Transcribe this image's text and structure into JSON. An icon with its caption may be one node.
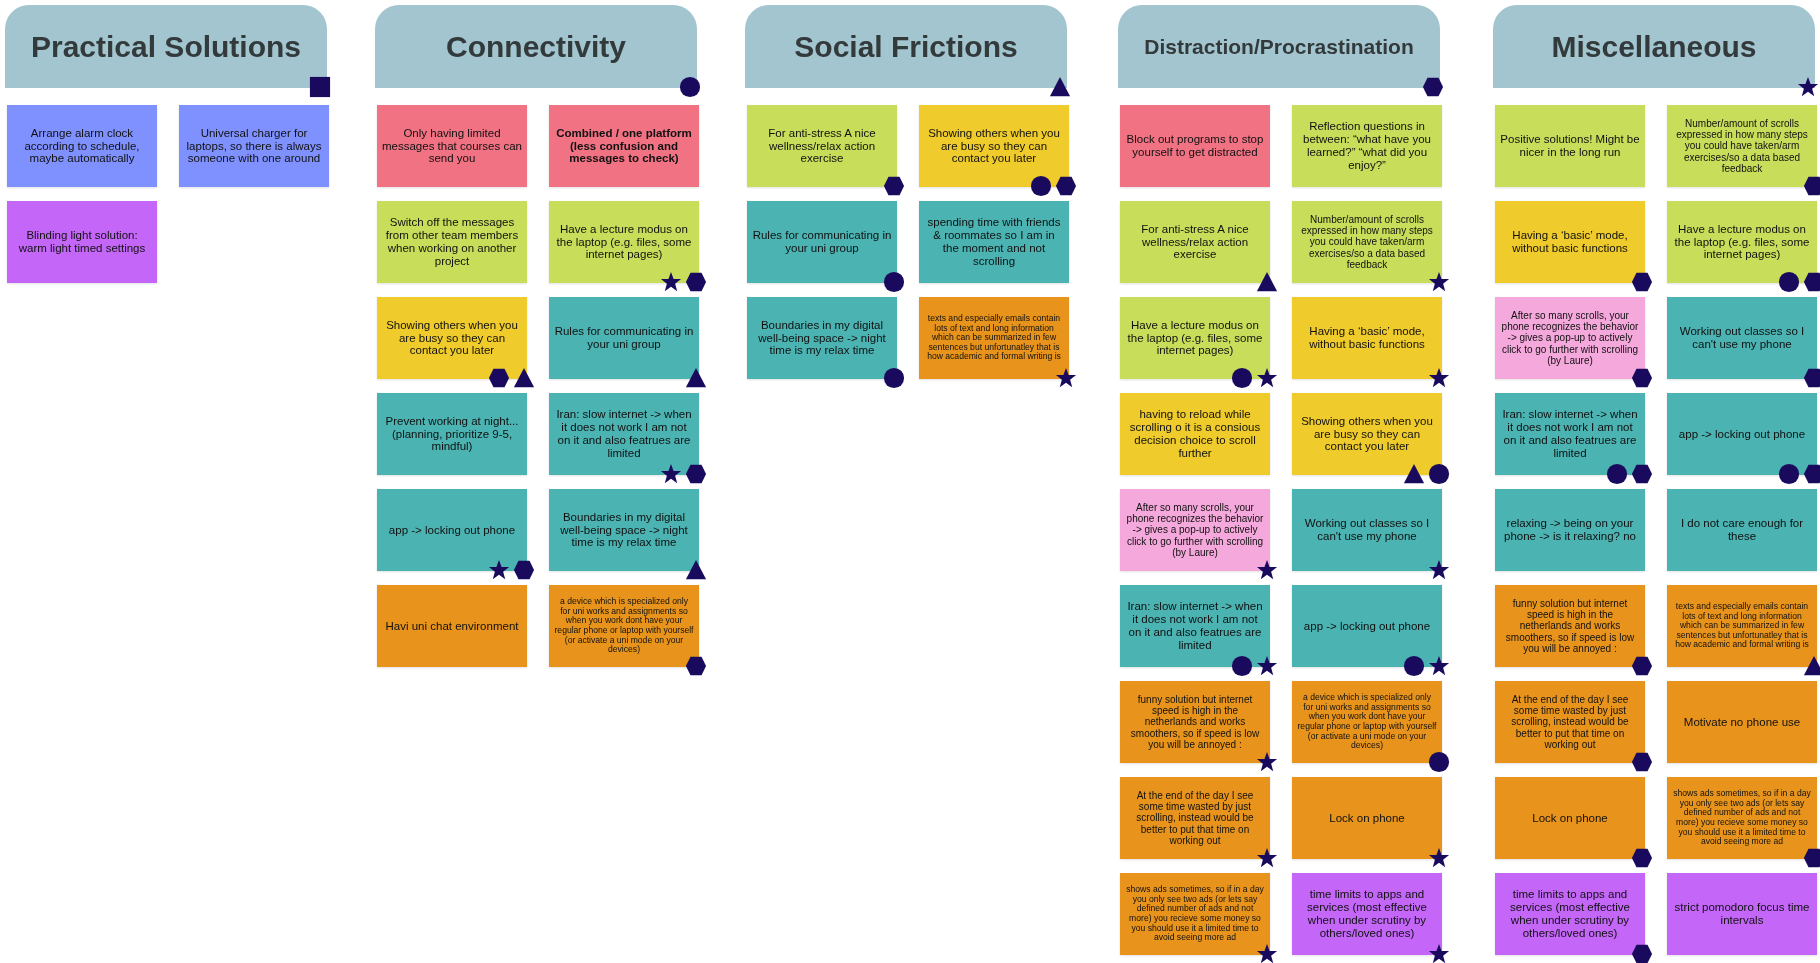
{
  "diagram": {
    "nodes": [
      {
        "text": [
          "Practical Solutions"
        ]
      },
      {
        "text": [
          "Arrange alarm clock according to schedule, maybe automatically"
        ]
      },
      {
        "text": [
          "Universal charger for laptops, so there is always someone with one around"
        ]
      },
      {
        "text": [
          "Blinding light solution: warm light timed settings"
        ]
      },
      {
        "text": [
          "Connectivity"
        ]
      },
      {
        "text": [
          "Only having limited messages that courses can send you"
        ]
      },
      {
        "text": [
          "Combined / one platform (less confusion and messages to check)"
        ]
      },
      {
        "text": [
          "Switch off the messages from other team members when working on another project"
        ]
      },
      {
        "text": [
          "Have a lecture modus on the laptop (e.g. files, some internet pages)"
        ]
      },
      {
        "text": [
          "Showing others when you are busy so they can contact you later"
        ]
      },
      {
        "text": [
          "Rules for communicating in your uni group"
        ]
      },
      {
        "text": [
          "Prevent working at night... (planning, prioritize 9-5, mindful)"
        ]
      },
      {
        "text": [
          "Iran: slow internet -> when it does not work I am not on it and also featrues are limited"
        ]
      },
      {
        "text": [
          "app -> locking out phone"
        ]
      },
      {
        "text": [
          "Boundaries in my digital well-being space -> night time is my relax time"
        ]
      },
      {
        "text": [
          "Havi uni chat environment"
        ]
      },
      {
        "text": [
          "a device which is specialized only for uni works and assignments so when you work dont have your regular phone or laptop with yourself (or activate a uni mode on your devices)"
        ]
      },
      {
        "text": [
          "Social Frictions"
        ]
      },
      {
        "text": [
          "For anti-stress A nice wellness/relax action exercise"
        ]
      },
      {
        "text": [
          "Showing others when you are busy so they can contact you later"
        ]
      },
      {
        "text": [
          "Rules for communicating in your uni group"
        ]
      },
      {
        "text": [
          "spending time with friends & roommates so I am in the moment and not scrolling"
        ]
      },
      {
        "text": [
          "Boundaries in my digital well-being space -> night time is my relax time"
        ]
      },
      {
        "text": [
          "texts and especially emails contain lots of text and long information which can be summarized in few sentences but unfortunatley that is how academic and formal writing is"
        ]
      },
      {
        "text": [
          "Distraction/Procrastination"
        ]
      },
      {
        "text": [
          "Block out programs to stop yourself to get distracted"
        ]
      },
      {
        "text": [
          "Reflection questions in between: “what have you learned?” “what did you enjoy?”"
        ]
      },
      {
        "text": [
          "For anti-stress A nice wellness/relax action exercise"
        ]
      },
      {
        "text": [
          "Number/amount of scrolls expressed in how many steps you could have taken/arm exercises/so a data based feedback"
        ]
      },
      {
        "text": [
          "Have a lecture modus on the laptop (e.g. files, some internet pages)"
        ]
      },
      {
        "text": [
          "Having a ‘basic’ mode, without basic functions"
        ]
      },
      {
        "text": [
          "having to reload while scrolling o it is a consious decision choice to scroll further"
        ]
      },
      {
        "text": [
          "Showing others when you are busy so they can contact you later"
        ]
      },
      {
        "text": [
          "After so many scrolls, your phone recognizes the behavior -> gives a pop-up to actively click to go further with scrolling (by Laure)"
        ]
      },
      {
        "text": [
          "Working out classes so I can't use my phone"
        ]
      },
      {
        "text": [
          "Iran: slow internet -> when it does not work I am not on it and also featrues are limited"
        ]
      },
      {
        "text": [
          "app -> locking out phone"
        ]
      },
      {
        "text": [
          "funny solution but internet speed is high in the netherlands and works smoothers, so if speed is low you will be annoyed :"
        ]
      },
      {
        "text": [
          "a device which is specialized only for uni works and assignments so when you work dont have your regular phone or laptop with yourself (or activate a uni mode on your devices)"
        ]
      },
      {
        "text": [
          "At the end of the day I see some time wasted by just scrolling, instead would be better to put that time on working out"
        ]
      },
      {
        "text": [
          "Lock on phone"
        ]
      },
      {
        "text": [
          "shows ads sometimes, so if in a day you only see two ads (or lets say defined number of ads and not more) you recieve some money so you should use it a limited time to avoid seeing more ad"
        ]
      },
      {
        "text": [
          "time limits to apps and services (most effective when under scrutiny by others/loved ones)"
        ]
      },
      {
        "text": [
          "Miscellaneous"
        ]
      },
      {
        "text": [
          "Positive solutions! Might be nicer in the long run"
        ]
      },
      {
        "text": [
          "Number/amount of scrolls expressed in how many steps you could have taken/arm exercises/so a data based feedback"
        ]
      },
      {
        "text": [
          "Having a ‘basic’ mode, without basic functions"
        ]
      },
      {
        "text": [
          "Have a lecture modus on the laptop (e.g. files, some internet pages)"
        ]
      },
      {
        "text": [
          "After so many scrolls, your phone recognizes the behavior -> gives a pop-up to actively click to go further with scrolling (by Laure)"
        ]
      },
      {
        "text": [
          "Working out classes so I can't use my phone"
        ]
      },
      {
        "text": [
          "Iran: slow internet -> when it does not work I am not on it and also featrues are limited"
        ]
      },
      {
        "text": [
          "app -> locking out phone"
        ]
      },
      {
        "text": [
          "relaxing -> being on your phone -> is it relaxing? no"
        ]
      },
      {
        "text": [
          "I do not care enough for these"
        ]
      },
      {
        "text": [
          "funny solution but internet speed is high in the netherlands and works smoothers, so if speed is low you will be annoyed :"
        ]
      },
      {
        "text": [
          "texts and especially emails contain lots of text and long information which can be summarized in few sentences but unfortunatley that is how academic and formal writing is"
        ]
      },
      {
        "text": [
          "At the end of the day I see some time wasted by just scrolling, instead would be better to put that time on working out"
        ]
      },
      {
        "text": [
          "Motivate no phone use"
        ]
      },
      {
        "text": [
          "Lock on phone"
        ]
      },
      {
        "text": [
          "shows ads sometimes, so if in a day you only see two ads (or lets say defined number of ads and not more) you recieve some money so you should use it a limited time to avoid seeing more ad"
        ]
      },
      {
        "text": [
          "time limits to apps and services (most effective when under scrutiny by others/loved ones)"
        ]
      },
      {
        "text": [
          "strict pomodoro focus time intervals"
        ]
      }
    ]
  }
}
